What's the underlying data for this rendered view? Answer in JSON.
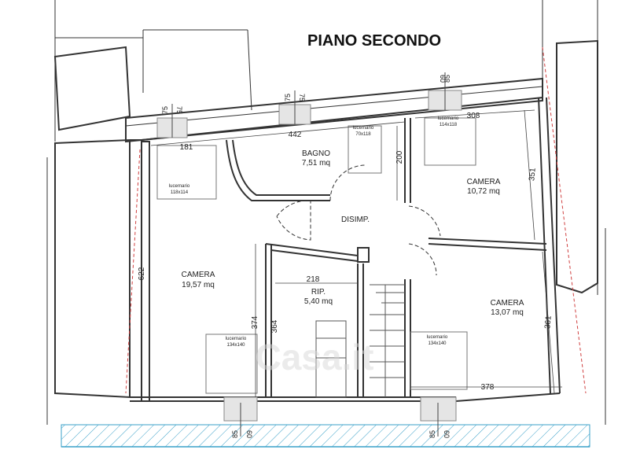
{
  "title": "PIANO SECONDO",
  "rooms": {
    "bagno": {
      "name": "BAGNO",
      "area": "7,51 mq"
    },
    "disimpegno": {
      "name": "DISIMP."
    },
    "camera_nw": {
      "name": "CAMERA",
      "area": "19,57 mq"
    },
    "camera_ne": {
      "name": "CAMERA",
      "area": "10,72 mq"
    },
    "camera_se": {
      "name": "CAMERA",
      "area": "13,07 mq"
    },
    "ripostiglio": {
      "name": "RIP.",
      "area": "5,40 mq"
    }
  },
  "skylights": {
    "nw": {
      "label": "lucernario",
      "size": "118x114"
    },
    "bagno": {
      "label": "lucernario",
      "size": "70x118"
    },
    "ne": {
      "label": "lucernario",
      "size": "114x118"
    },
    "sw": {
      "label": "lucernario",
      "size": "134x140"
    },
    "se": {
      "label": "lucernario",
      "size": "134x140"
    }
  },
  "dimensions": {
    "d442": "442",
    "d308": "308",
    "d181": "181",
    "d200": "200",
    "d351": "351",
    "d622": "622",
    "d218": "218",
    "d374": "374",
    "d364": "364",
    "d361": "361",
    "d378": "378"
  },
  "windows": {
    "w1": {
      "a": "75",
      "b": "75"
    },
    "w2": {
      "a": "75",
      "b": "75"
    },
    "w3": {
      "a": "85",
      "b": "60"
    },
    "w4": {
      "a": "85",
      "b": "60"
    },
    "w5": {
      "a": "85",
      "b": "60"
    }
  },
  "watermark": "Casa.it",
  "colors": {
    "wall": "#333333",
    "dash_red": "#d04040",
    "terrace_hatch": "#3aa0c8",
    "text": "#222222"
  }
}
